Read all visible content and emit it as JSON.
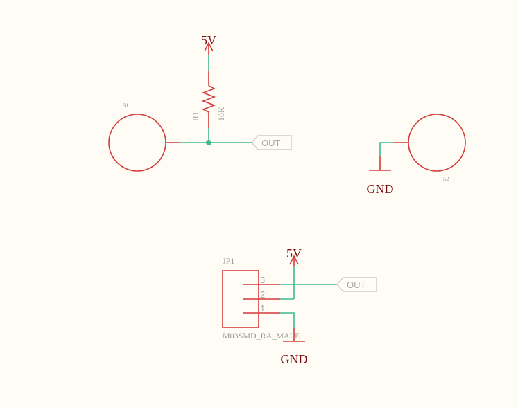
{
  "supply_top": {
    "label": "5V"
  },
  "resistor": {
    "name": "R1",
    "value": "10K"
  },
  "switch_s1": {
    "name": "S1"
  },
  "switch_s2": {
    "name": "S2"
  },
  "net_out_top": {
    "label": "OUT"
  },
  "ground_right": {
    "label": "GND"
  },
  "supply_bottom": {
    "label": "5V"
  },
  "connector": {
    "name": "JP1",
    "part": "M03SMD_RA_MALE",
    "pins": [
      "3",
      "2",
      "1"
    ]
  },
  "net_out_bottom": {
    "label": "OUT"
  },
  "ground_bottom": {
    "label": "GND"
  },
  "colors": {
    "background": "#fffbf5",
    "wire": "#3dba8e",
    "part": "#d33b3b",
    "label_dark": "#7a0f0f",
    "label_grey": "#9a9a9a"
  }
}
